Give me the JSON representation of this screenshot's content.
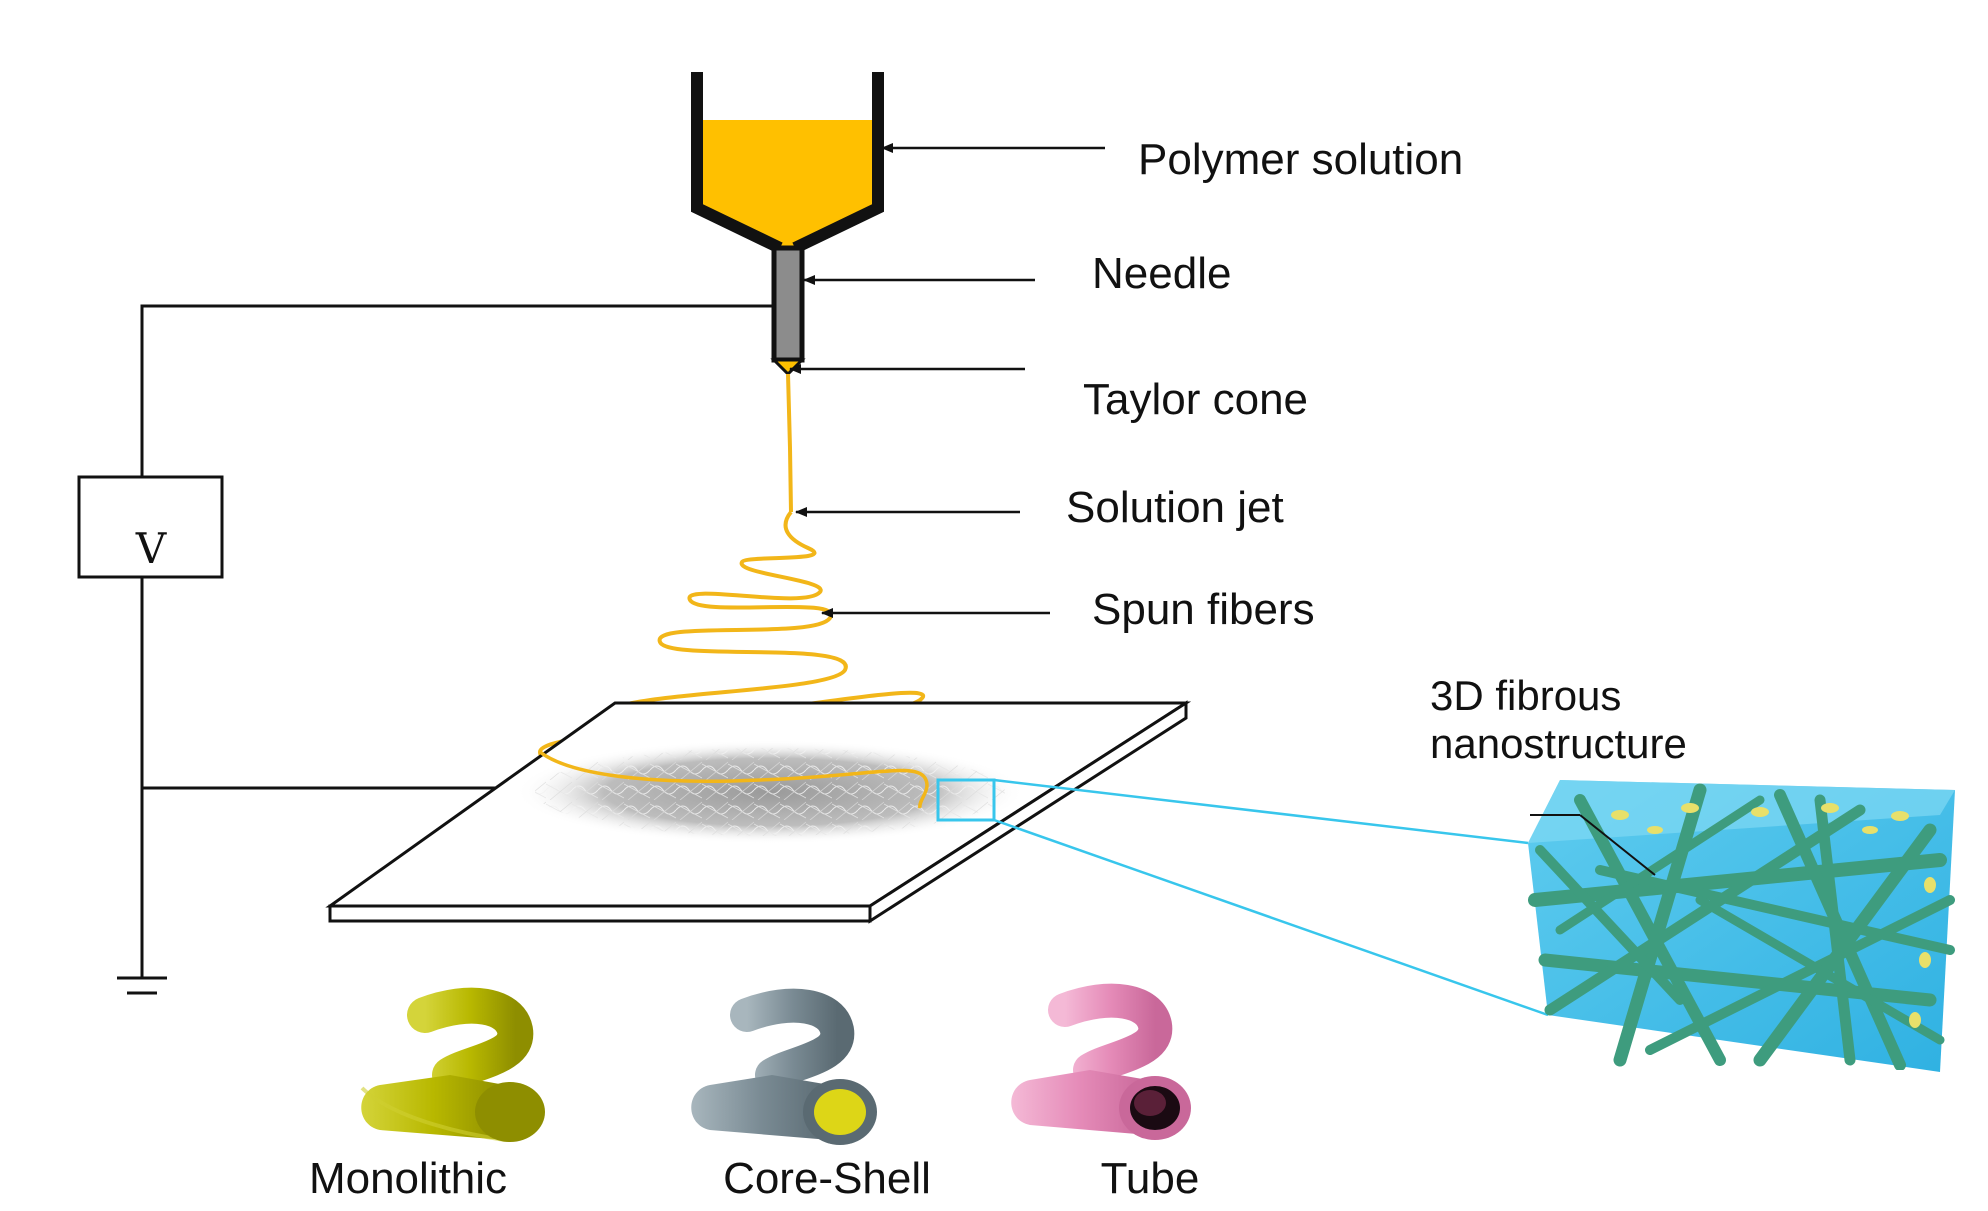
{
  "labels": {
    "polymer_solution": "Polymer solution",
    "needle": "Needle",
    "taylor_cone": "Taylor cone",
    "solution_jet": "Solution jet",
    "spun_fibers": "Spun fibers",
    "nanostructure_line1": "3D fibrous",
    "nanostructure_line2": "nanostructure",
    "voltage": "V"
  },
  "fiber_types": [
    {
      "label": "Monolithic"
    },
    {
      "label": "Core-Shell"
    },
    {
      "label": "Tube"
    }
  ],
  "colors": {
    "polymer": "#FFC000",
    "needle": "#8C8C8C",
    "jet": "#F2B619",
    "cyan_zoom": "#38C6EC",
    "cube": "#3DB8E6",
    "fiber_green": "#3E9C7E",
    "monolithic": "#B8B800",
    "core_shell_outer": "#7A8B94",
    "core_shell_core": "#DDD617",
    "tube": "#E58BB8"
  }
}
